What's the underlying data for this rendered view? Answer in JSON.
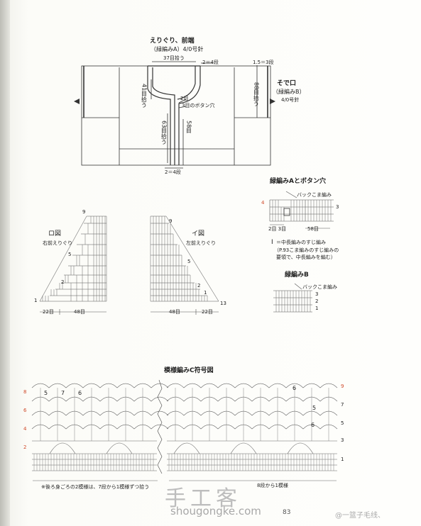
{
  "schematic": {
    "title": "えりぐり、前端",
    "subtitle": "（緑編みA）4/0号針",
    "pick_37": "37目拾う",
    "rows_2_4_top": "2＝4段",
    "pick_41": "41目拾う",
    "two_rows": "2目",
    "buttonhole_3": "3目のボタン穴",
    "pick_63": "63目拾う",
    "count_58": "58目",
    "rows_2_4_bottom": "2＝4段",
    "rows_1_5_3": "1.5＝3段",
    "pick_88": "88目拾う",
    "sleeve_title": "そで口",
    "sleeve_sub": "（緑編みB）",
    "sleeve_needle": "4/0号針"
  },
  "panel_a": {
    "title": "緑編みAとボタン穴",
    "back_label": "バックこま編み",
    "row4": "4",
    "row3": "3",
    "left_counts": "2目 3目",
    "count58": "58目",
    "legend_sym": "I",
    "legend1": "＝中長編みのすじ編み",
    "legend2": "（P.93こま編みのすじ編みの",
    "legend3": "要領で、中長編みを編む）"
  },
  "panel_b": {
    "title": "緑編みB",
    "back_label": "バックこま編み",
    "r3": "3",
    "r2": "2",
    "r1": "1"
  },
  "ro": {
    "title": "ロ図",
    "sub": "右前えりぐり",
    "n9": "9",
    "n5": "5",
    "n2": "2",
    "n1": "1",
    "c22": "22目",
    "c48": "48目"
  },
  "i": {
    "title": "イ図",
    "sub": "左前えりぐり",
    "n9": "9",
    "n5": "5",
    "n2": "2",
    "n1": "1",
    "n13": "13",
    "c48": "48目",
    "c22": "22目"
  },
  "pattern": {
    "title": "模様編みC符号図",
    "left_rows": [
      "8",
      "6",
      "4",
      "2"
    ],
    "right_rows": [
      "9",
      "7",
      "5",
      "3",
      "1"
    ],
    "arch_labels": [
      "5",
      "7",
      "6",
      "6",
      "5",
      "6"
    ],
    "note_left": "※後ろ身ごろの2模様は、7段から1模様ずつ拾う",
    "note_right": "8段から1模様"
  },
  "footer": {
    "page": "83",
    "watermark_cn": "手工客",
    "watermark_url": "shougongke.com",
    "weibo": "@一篮子毛线、"
  }
}
